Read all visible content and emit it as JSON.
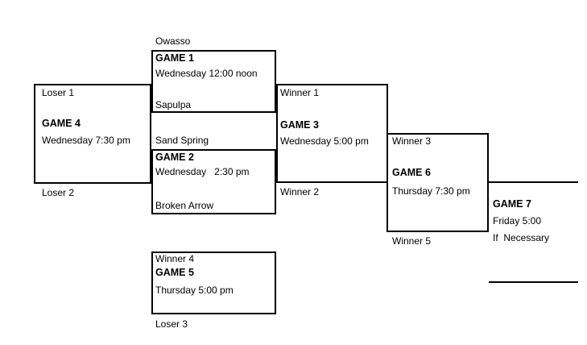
{
  "colors": {
    "line": "#000000",
    "background": "#ffffff",
    "text": "#000000"
  },
  "bracket": {
    "game1": {
      "team_top": "Owasso",
      "title": "GAME 1",
      "time": "Wednesday 12:00 noon",
      "team_bottom": "Sapulpa"
    },
    "game2": {
      "team_top": "Sand Spring",
      "title": "GAME 2",
      "time": "Wednesday   2:30 pm",
      "team_bottom": "Broken Arrow"
    },
    "game3": {
      "slot_top": "Winner 1",
      "title": "GAME 3",
      "time": "Wednesday 5:00 pm",
      "slot_bottom": "Winner 2"
    },
    "game4": {
      "slot_top": "Loser 1",
      "title": "GAME 4",
      "time": "Wednesday 7:30 pm",
      "slot_bottom": "Loser 2"
    },
    "game5": {
      "slot_top": "Winner 4",
      "title": "GAME 5",
      "time": "Thursday 5:00 pm",
      "slot_bottom": "Loser 3"
    },
    "game6": {
      "slot_top": "Winner 3",
      "title": "GAME 6",
      "time": "Thursday 7:30 pm",
      "slot_bottom": "Winner 5"
    },
    "game7": {
      "title": "GAME 7",
      "time": "Friday 5:00",
      "note": "If  Necessary"
    }
  }
}
